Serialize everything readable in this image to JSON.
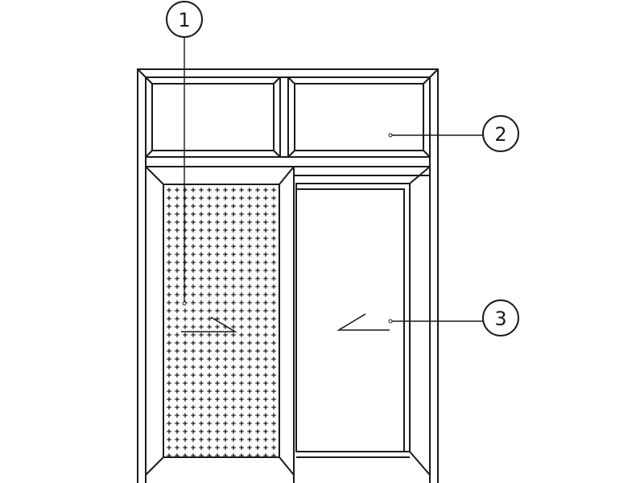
{
  "colors": {
    "line": "#1a1a1a",
    "background": "#ffffff"
  },
  "callouts": [
    {
      "id": "1",
      "label": "1",
      "target": "insect-screen-panel"
    },
    {
      "id": "2",
      "label": "2",
      "target": "fixed-transom-pane"
    },
    {
      "id": "3",
      "label": "3",
      "target": "sliding-glass-sash"
    }
  ]
}
